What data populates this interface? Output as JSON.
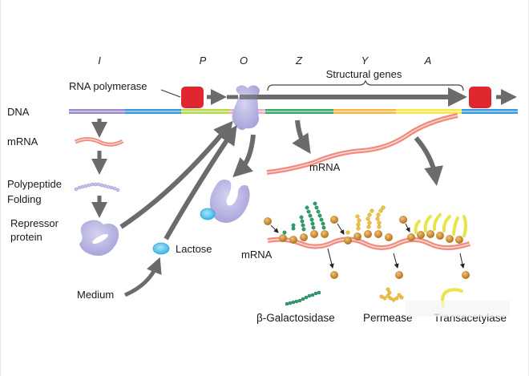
{
  "diagram": {
    "title": "Lac operon induction by lactose",
    "gene_labels": [
      "I",
      "P",
      "O",
      "Z",
      "Y",
      "A"
    ],
    "labels": {
      "dna": "DNA",
      "mrna_left": "mRNA",
      "polypeptide": "Polypeptide",
      "folding": "Folding",
      "repressor_line1": "Repressor",
      "repressor_line2": "protein",
      "lactose": "Lactose",
      "medium": "Medium",
      "rna_polymerase": "RNA polymerase",
      "structural_genes": "Structural genes",
      "mrna_long": "mRNA",
      "mrna_ribosomes": "mRNA"
    },
    "products": [
      "β-Galactosidase",
      "Permease",
      "Transacetylase"
    ],
    "colors": {
      "dna_blue": "#3a9ad9",
      "dna_purple": "#9b88c9",
      "promoter_green": "#b6d84a",
      "operator_pink": "#f2a9c4",
      "gene_z": "#3aa86a",
      "gene_y": "#f2b84a",
      "gene_a": "#f5e84a",
      "rna_polymerase": "#e0262f",
      "repressor": "#b8b5e3",
      "lactose": "#6ccbef",
      "mrna": "#f08c80",
      "ribosome": "#c88a2a",
      "arrow": "#6b6b6b",
      "galactosidase": "#2fa06e",
      "permease": "#f0c040",
      "transacetylase": "#e8e44a"
    }
  }
}
